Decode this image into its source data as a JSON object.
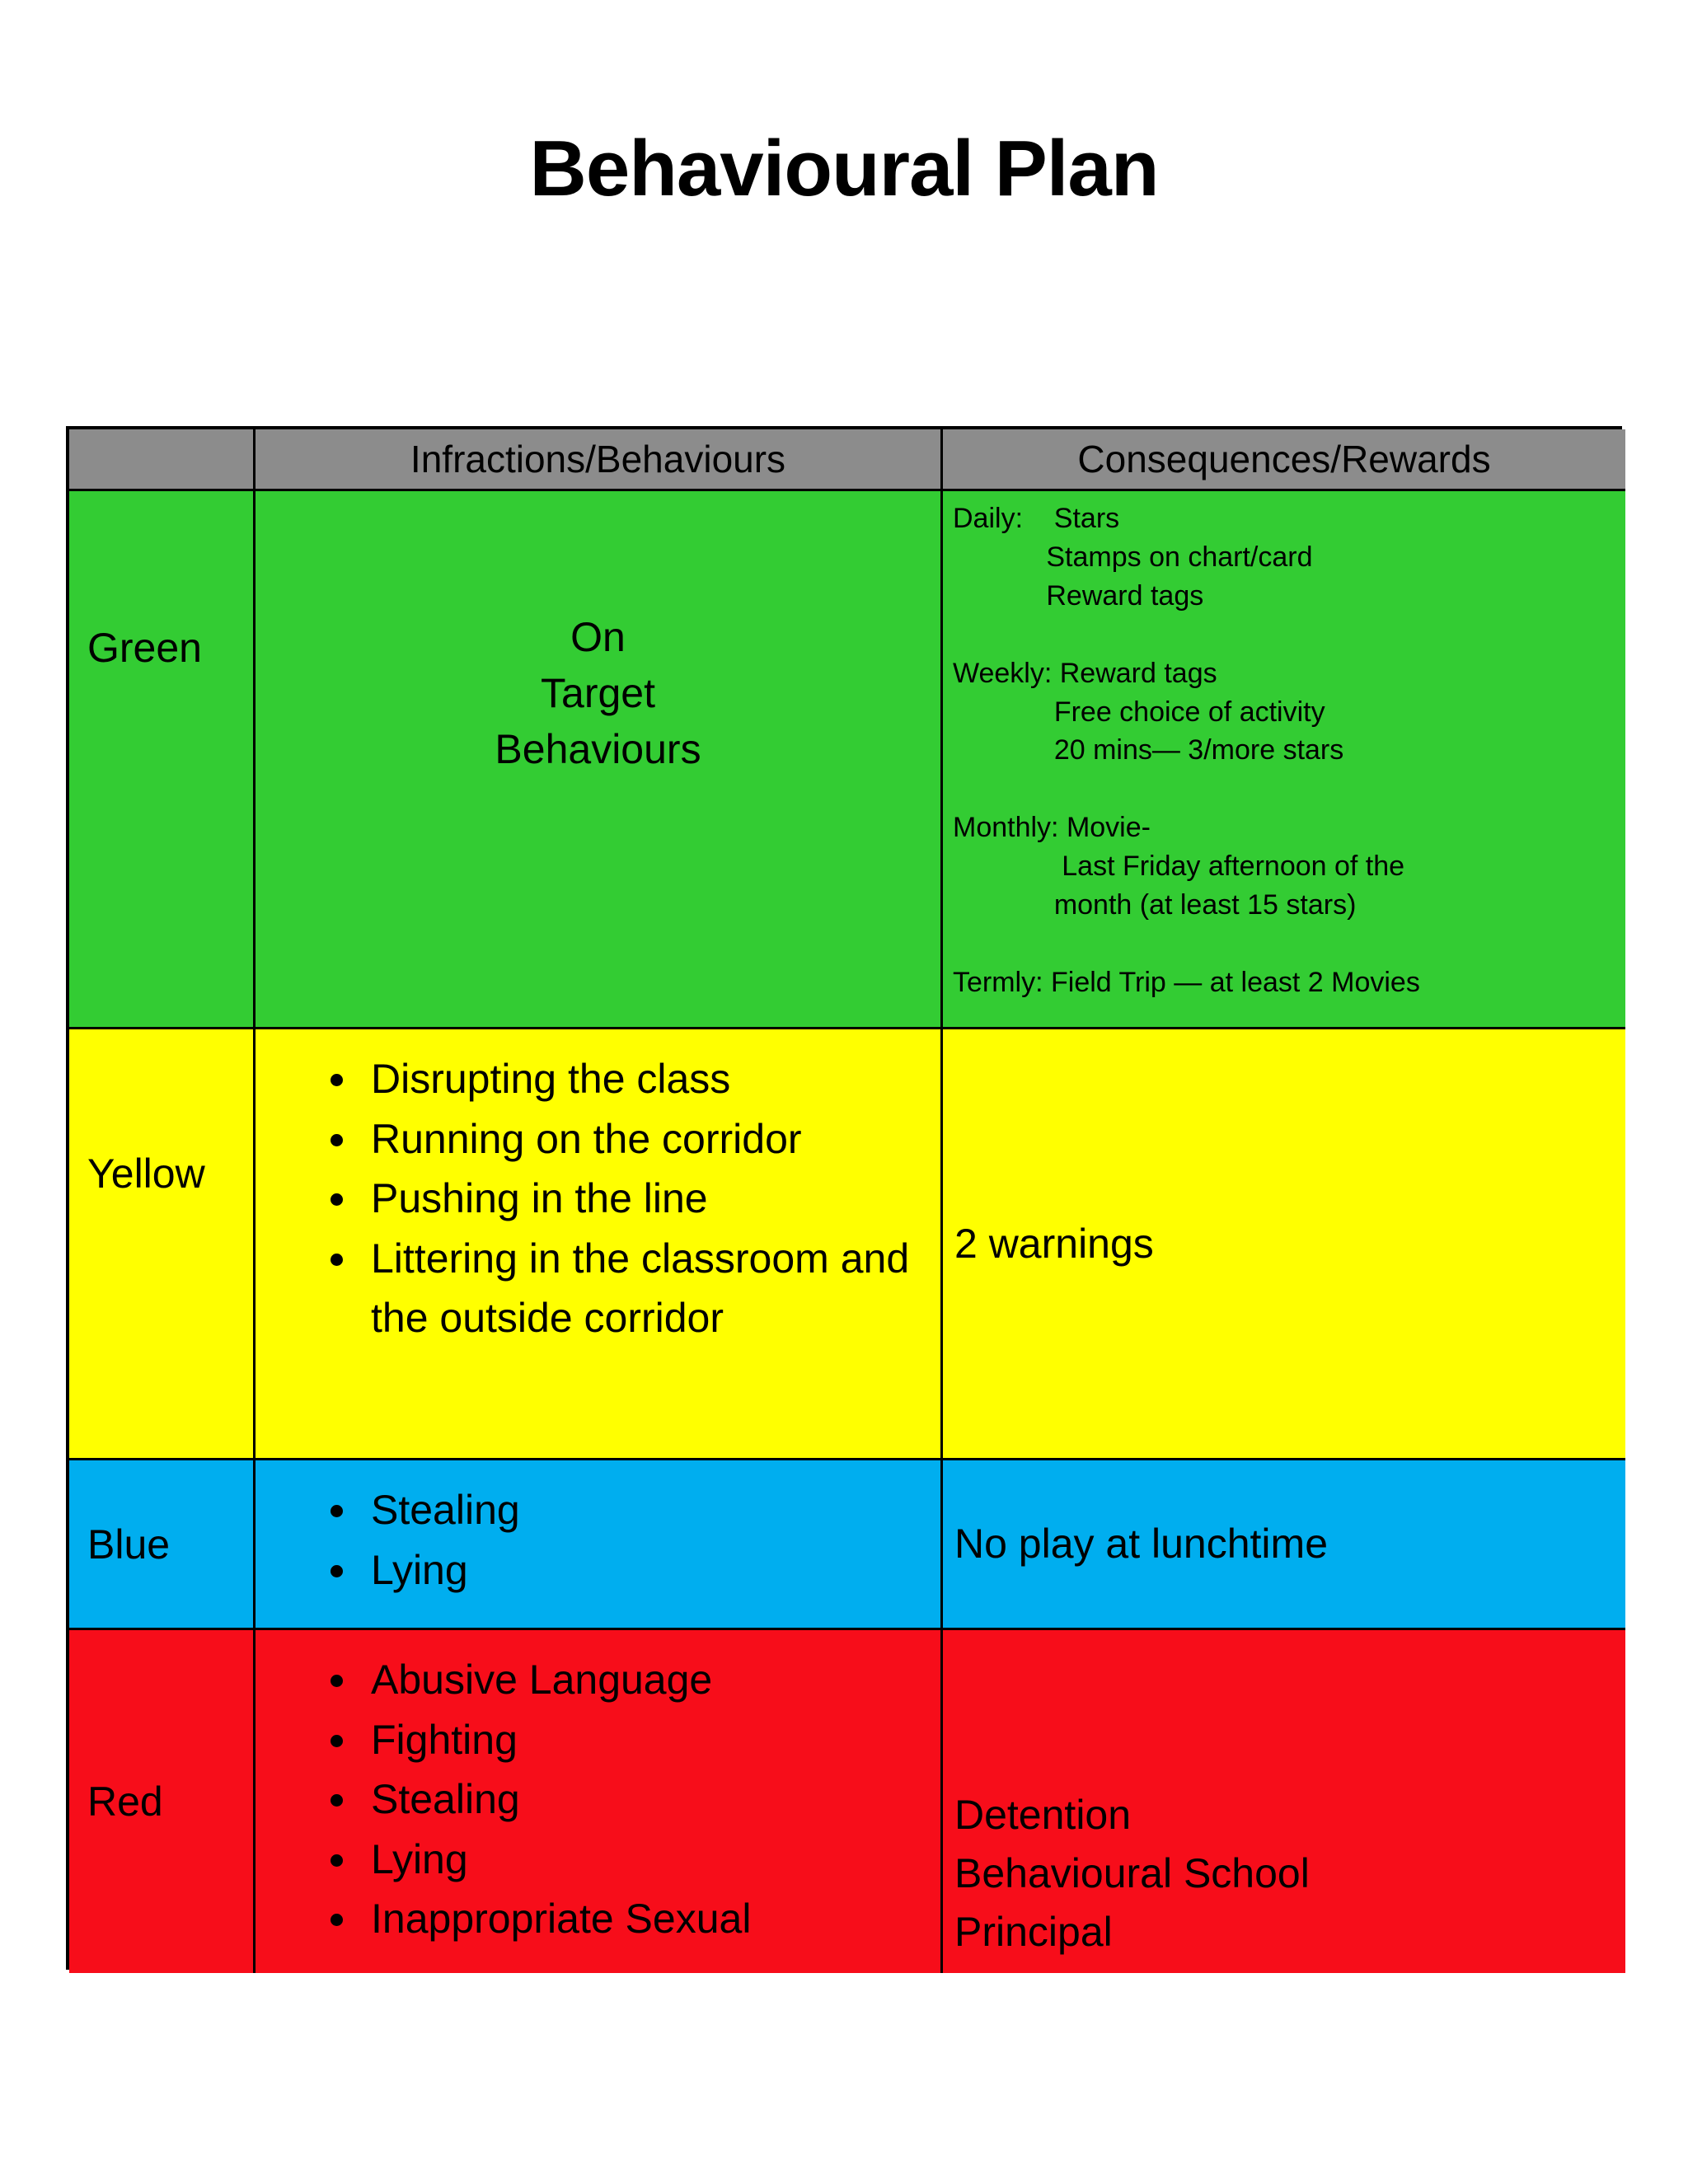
{
  "page": {
    "title": "Behavioural Plan"
  },
  "table": {
    "colors": {
      "header_bg": "#8C8C8C",
      "border": "#000000",
      "text": "#000000"
    },
    "headers": {
      "infractions": "Infractions/Behaviours",
      "consequences": "Consequences/Rewards"
    },
    "rows": [
      {
        "label": "Green",
        "color": "#33CC33",
        "infractions_lines": [
          "On",
          "Target",
          "Behaviours"
        ],
        "rewards_lines": [
          "Daily:    Stars",
          "            Stamps on chart/card",
          "            Reward tags",
          "",
          "Weekly: Reward tags",
          "             Free choice of activity",
          "             20 mins— 3/more stars",
          "",
          "Monthly: Movie-",
          "              Last Friday afternoon of the",
          "             month (at least 15 stars)",
          "",
          "Termly: Field Trip — at least 2 Movies"
        ]
      },
      {
        "label": "Yellow",
        "color": "#FFFF00",
        "infractions": [
          "Disrupting the class",
          "Running on the corridor",
          "Pushing in the line",
          "Littering in the classroom and the outside corridor"
        ],
        "consequence": "2 warnings"
      },
      {
        "label": "Blue",
        "color": "#00AEEF",
        "infractions": [
          "Stealing",
          "Lying"
        ],
        "consequence": "No play at lunchtime"
      },
      {
        "label": "Red",
        "color": "#F70D1A",
        "infractions": [
          "Abusive Language",
          "Fighting",
          "Stealing",
          "Lying",
          "Inappropriate Sexual"
        ],
        "consequence_lines": [
          "Detention",
          "Behavioural School",
          "Principal"
        ]
      }
    ]
  }
}
